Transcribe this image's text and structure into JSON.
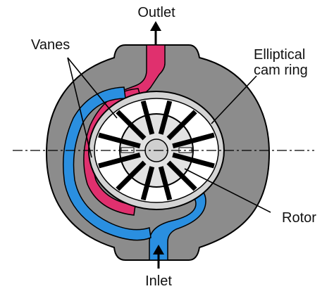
{
  "labels": {
    "outlet": "Outlet",
    "vanes": "Vanes",
    "cam_ring_line1": "Elliptical",
    "cam_ring_line2": "cam ring",
    "rotor": "Rotor",
    "inlet": "Inlet"
  },
  "colors": {
    "housing": "#8c8c8c",
    "outlet_passage": "#e0306e",
    "inlet_passage": "#2a8fe0",
    "cam_ring": "#d4d4d4",
    "pump_chamber": "#ffffff",
    "rotor": "#e2e2e2",
    "vanes": "#000000",
    "outline": "#000000"
  },
  "vane_count": 12
}
